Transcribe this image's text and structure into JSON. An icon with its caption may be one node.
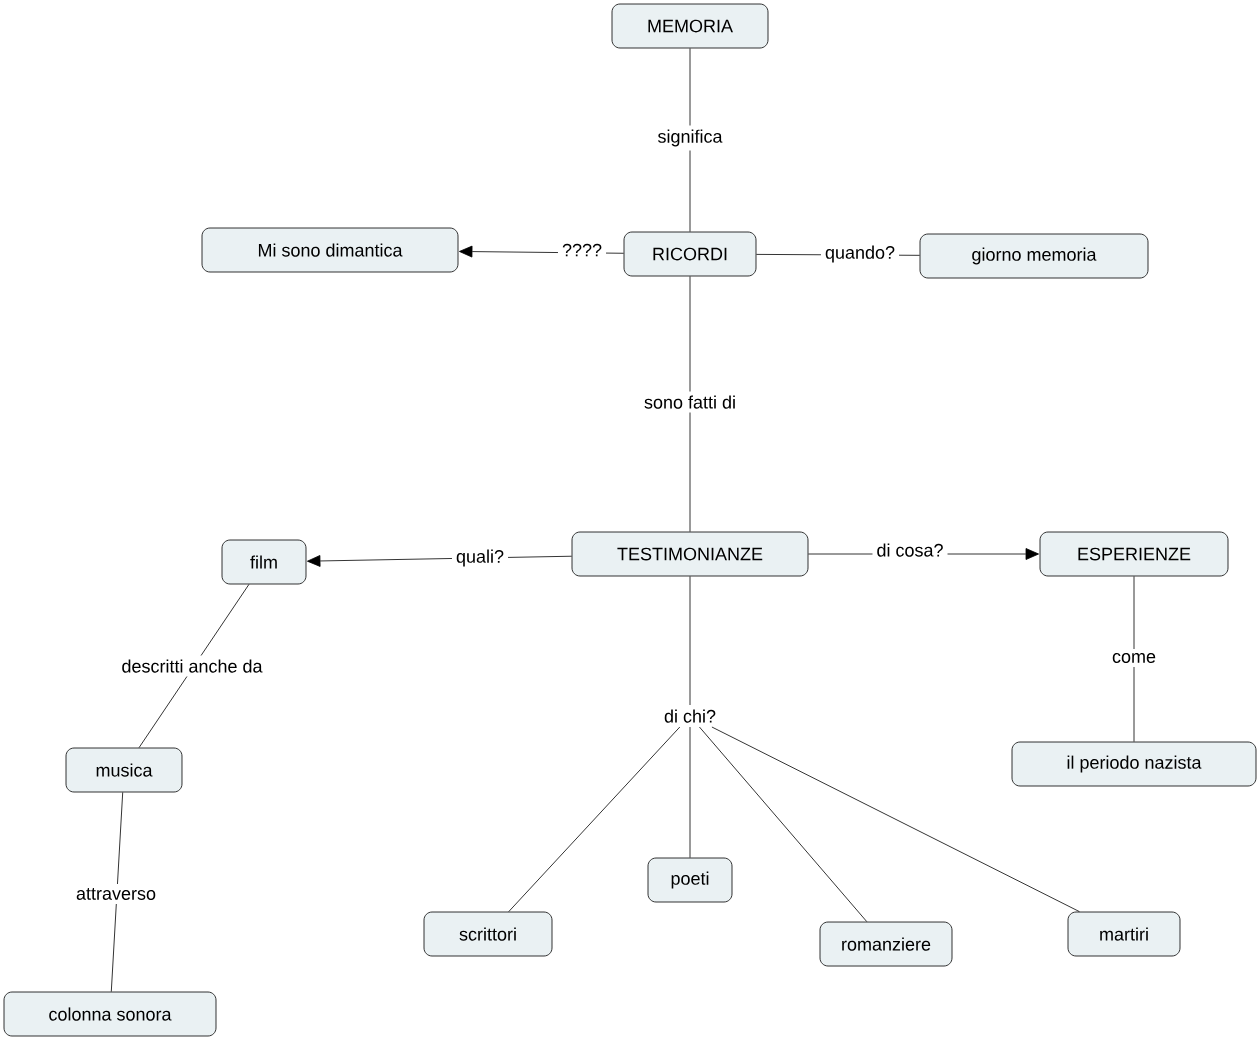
{
  "diagram": {
    "nodes": [
      {
        "text": [
          "MEMORIA"
        ]
      },
      {
        "text": [
          "RICORDI"
        ]
      },
      {
        "text": [
          "Mi sono dimantica"
        ]
      },
      {
        "text": [
          "giorno memoria"
        ]
      },
      {
        "text": [
          "TESTIMONIANZE"
        ]
      },
      {
        "text": [
          "film"
        ]
      },
      {
        "text": [
          "ESPERIENZE"
        ]
      },
      {
        "text": [
          "musica"
        ]
      },
      {
        "text": [
          "il periodo nazista"
        ]
      },
      {
        "text": [
          "colonna sonora"
        ]
      },
      {
        "text": [
          "di chi?"
        ]
      },
      {
        "text": [
          "scrittori"
        ]
      },
      {
        "text": [
          "poeti"
        ]
      },
      {
        "text": [
          "romanziere"
        ]
      },
      {
        "text": [
          "martiri"
        ]
      }
    ],
    "edges": [
      {
        "from": 0,
        "to": 1,
        "arrow": "none",
        "label": "significa"
      },
      {
        "from": 1,
        "to": 2,
        "arrow": "to",
        "label": "????"
      },
      {
        "from": 1,
        "to": 3,
        "arrow": "none",
        "label": "quando?"
      },
      {
        "from": 1,
        "to": 4,
        "arrow": "none",
        "label": "sono fatti di"
      },
      {
        "from": 4,
        "to": 5,
        "arrow": "to",
        "label": "quali?"
      },
      {
        "from": 4,
        "to": 6,
        "arrow": "to",
        "label": "di cosa?"
      },
      {
        "from": 6,
        "to": 8,
        "arrow": "none",
        "label": "come"
      },
      {
        "from": 5,
        "to": 7,
        "arrow": "none",
        "label": "descritti anche da"
      },
      {
        "from": 7,
        "to": 9,
        "arrow": "none",
        "label": "attraverso"
      },
      {
        "from": 4,
        "to": 10,
        "arrow": "none"
      },
      {
        "from": 10,
        "to": 11,
        "arrow": "none"
      },
      {
        "from": 10,
        "to": 12,
        "arrow": "none"
      },
      {
        "from": 10,
        "to": 13,
        "arrow": "none"
      },
      {
        "from": 10,
        "to": 14,
        "arrow": "none"
      }
    ]
  }
}
